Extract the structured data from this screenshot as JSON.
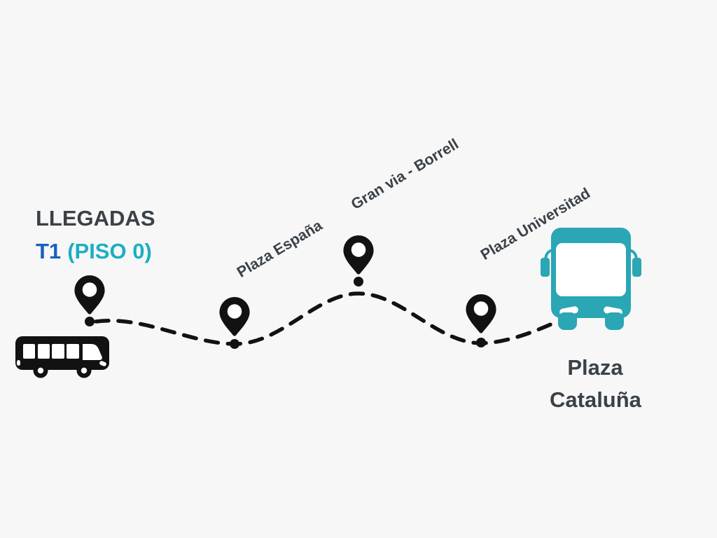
{
  "colors": {
    "background": "#f7f7f7",
    "text_dark": "#3a4148",
    "terminal_blue": "#1760c2",
    "floor_teal": "#1bafc2",
    "accent_teal": "#2aa6b4",
    "route_black": "#121212"
  },
  "origin": {
    "station": "LLEGADAS",
    "terminal": "T1",
    "floor": "(PISO 0)"
  },
  "stops": [
    {
      "name": "Plaza España"
    },
    {
      "name": "Gran via - Borrell"
    },
    {
      "name": "Plaza Universitad"
    }
  ],
  "destination": {
    "line1": "Plaza",
    "line2": "Cataluña"
  }
}
